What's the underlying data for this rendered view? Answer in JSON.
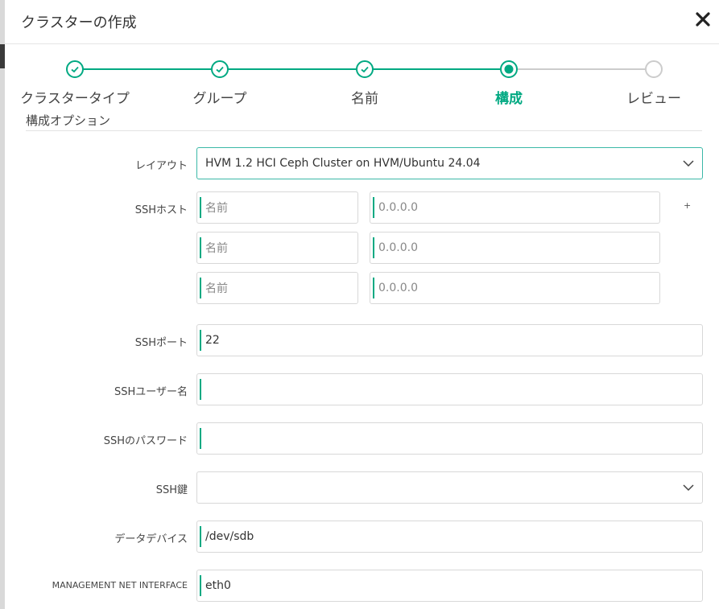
{
  "dialog": {
    "title": "クラスターの作成"
  },
  "stepper": {
    "steps": [
      {
        "label": "クラスタータイプ",
        "state": "done"
      },
      {
        "label": "グループ",
        "state": "done"
      },
      {
        "label": "名前",
        "state": "done"
      },
      {
        "label": "構成",
        "state": "active"
      },
      {
        "label": "レビュー",
        "state": "pending"
      }
    ]
  },
  "section": {
    "title": "構成オプション"
  },
  "form": {
    "layout": {
      "label": "レイアウト",
      "value": "HVM 1.2 HCI Ceph Cluster on HVM/Ubuntu 24.04"
    },
    "ssh_hosts": {
      "label": "SSHホスト",
      "add": "+",
      "rows": [
        {
          "name_placeholder": "名前",
          "ip_placeholder": "0.0.0.0"
        },
        {
          "name_placeholder": "名前",
          "ip_placeholder": "0.0.0.0"
        },
        {
          "name_placeholder": "名前",
          "ip_placeholder": "0.0.0.0"
        }
      ]
    },
    "ssh_port": {
      "label": "SSHポート",
      "value": "22"
    },
    "ssh_user": {
      "label": "SSHユーザー名",
      "value": ""
    },
    "ssh_password": {
      "label": "SSHのパスワード",
      "value": ""
    },
    "ssh_key": {
      "label": "SSH鍵",
      "value": ""
    },
    "data_device": {
      "label": "データデバイス",
      "value": "/dev/sdb"
    },
    "mgmt_iface": {
      "label": "MANAGEMENT NET INTERFACE",
      "value": "eth0"
    }
  },
  "colors": {
    "accent": "#01a982",
    "pending": "#cccccc",
    "focus_border": "#3bb8a7"
  },
  "icons": {
    "close": "close-icon",
    "check": "check-icon",
    "chevron": "chevron-down-icon"
  }
}
